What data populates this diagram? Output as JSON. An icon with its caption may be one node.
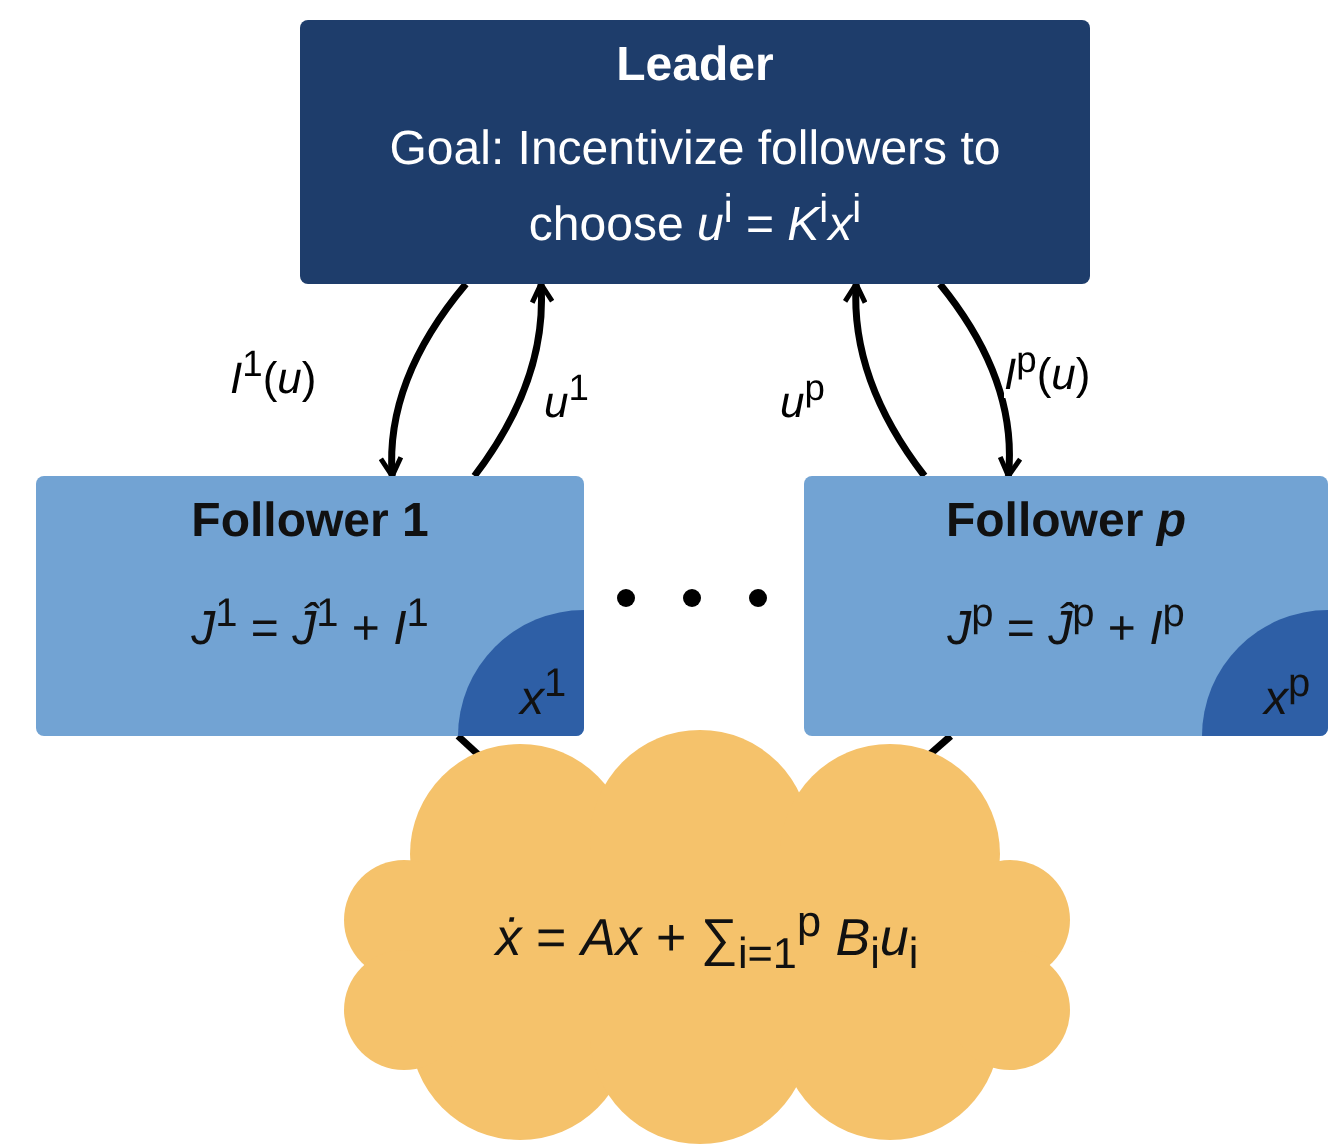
{
  "diagram": {
    "nodes": [
      {
        "text": [
          "Leader",
          "Goal: Incentivize followers to choose *u*$^{i}$ = *K*$^{i}$*x*$^{i}$"
        ]
      },
      {
        "text": [
          "Follower 1",
          "*J*$^{1}$ = *Ĵ*$^{1}$ + *I*$^{1}$"
        ]
      },
      {
        "text": [
          "*x*$^{1}$"
        ],
        "in": 1
      },
      {
        "text": [
          "Follower *p*",
          "*J*$^{p}$ = *Ĵ*$^{p}$ + *I*$^{p}$"
        ]
      },
      {
        "text": [
          "*x*$^{p}$"
        ],
        "in": 3
      },
      {
        "text": [
          "*ẋ* = *Ax* + ∑$_{i=1}$$^{p}$ *B*$_{i}$*u*$_{i}$"
        ]
      }
    ],
    "edges": [
      {
        "from": 0,
        "to": 1,
        "arrow": "to",
        "label": "*I*$^{1}$(*u*)"
      },
      {
        "from": 1,
        "to": 0,
        "arrow": "to",
        "label": "*u*$^{1}$"
      },
      {
        "from": 3,
        "to": 0,
        "arrow": "to",
        "label": "*u*$^{p}$"
      },
      {
        "from": 0,
        "to": 3,
        "arrow": "to",
        "label": "*I*$^{p}$(*u*)"
      },
      {
        "from": 2,
        "to": 5,
        "arrow": "none"
      },
      {
        "from": 3,
        "to": 5,
        "arrow": "none"
      }
    ]
  }
}
